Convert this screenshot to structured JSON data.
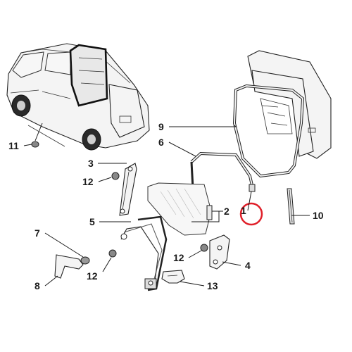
{
  "callouts": {
    "c1": "1",
    "c2": "2",
    "c3": "3",
    "c4": "4",
    "c5": "5",
    "c6": "6",
    "c7": "7",
    "c8": "8",
    "c9": "9",
    "c10": "10",
    "c11": "11",
    "c12a": "12",
    "c12b": "12",
    "c12c": "12",
    "c13": "13"
  },
  "colors": {
    "highlight_circle": "#e0202a",
    "line": "#1a1a1a",
    "part_fill": "#f4f4f4"
  }
}
